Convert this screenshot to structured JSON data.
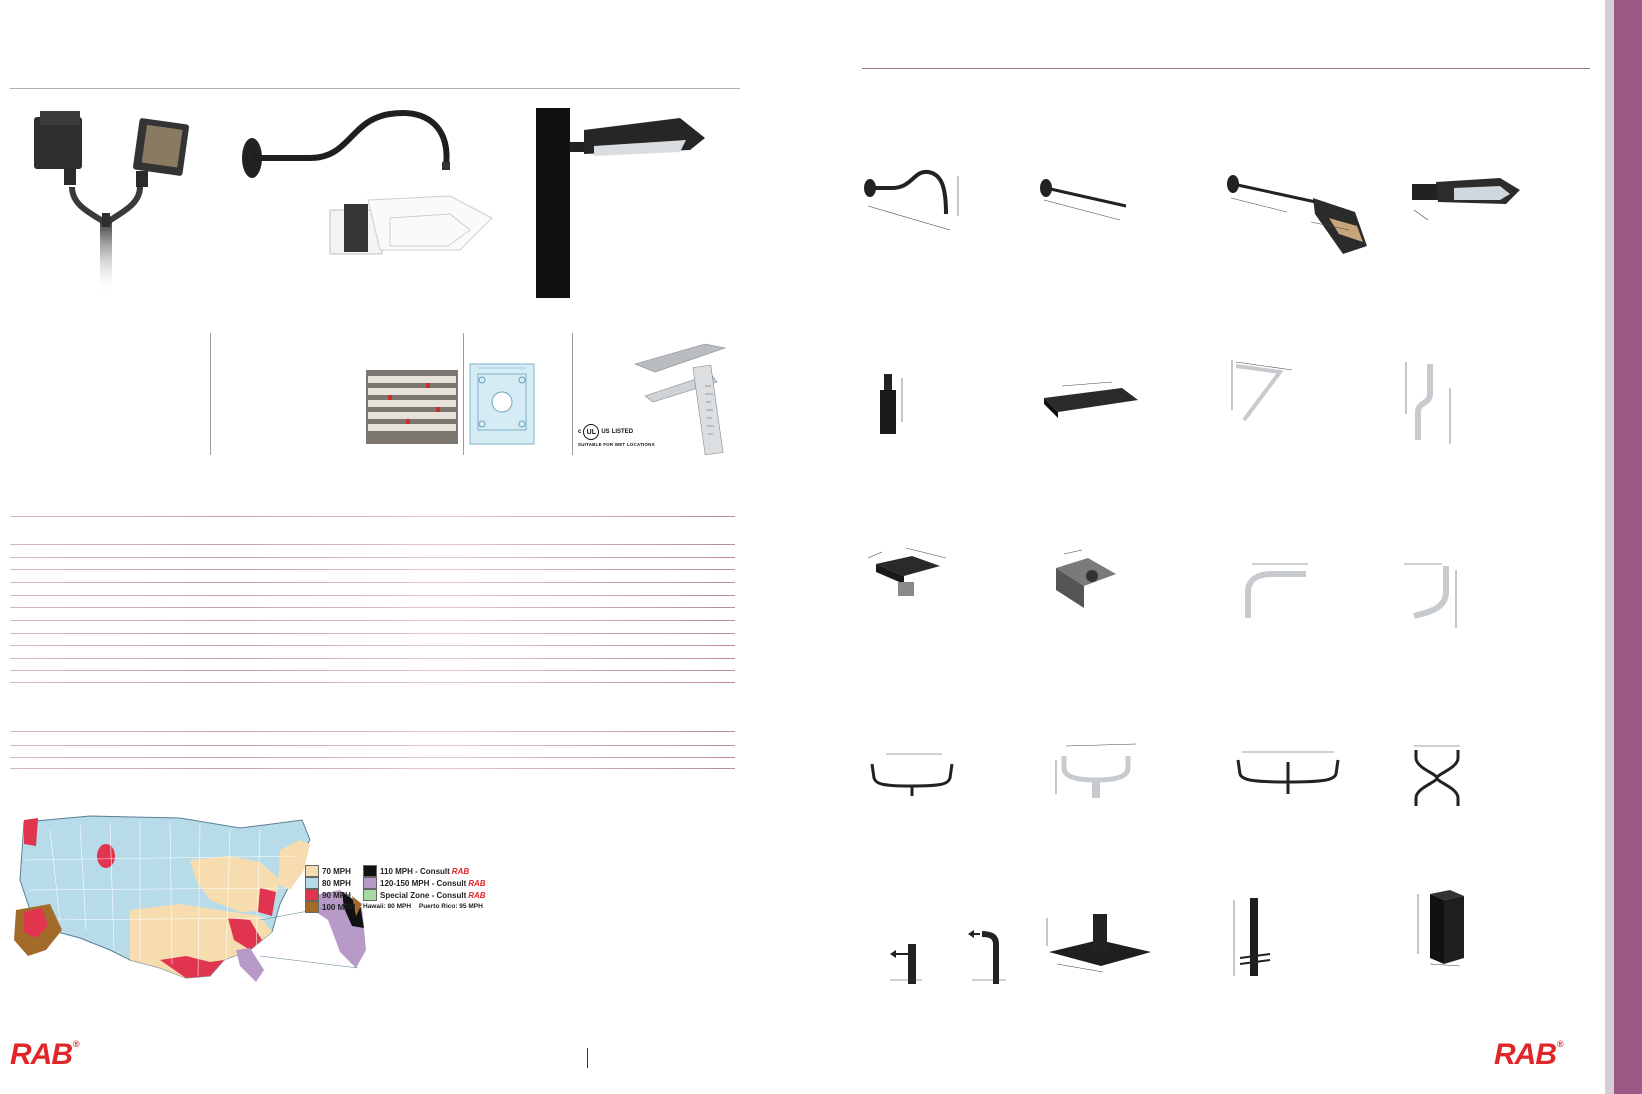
{
  "brand": {
    "logo_left": "RAB",
    "logo_right": "RAB",
    "registered": "®",
    "accent_color": "#e1262a",
    "strip_color": "#9a5a85"
  },
  "certification": {
    "mark_c": "c",
    "mark_ul": "UL",
    "mark_us": "US",
    "listed": "LISTED",
    "suitable": "SUITABLE FOR WET LOCATIONS"
  },
  "wind_map": {
    "legend": [
      {
        "label": "70 MPH",
        "color": "#f6dcae"
      },
      {
        "label": "80 MPH",
        "color": "#b8dbe9"
      },
      {
        "label": "90 MPH",
        "color": "#e0344f"
      },
      {
        "label": "100 MPH",
        "color": "#a36b2a"
      }
    ],
    "legend_consult": [
      {
        "label": "110 MPH - Consult",
        "brand": "RAB",
        "color": "#111111"
      },
      {
        "label": "120-150 MPH - Consult",
        "brand": "RAB",
        "color": "#b89ac8"
      },
      {
        "label": "Special Zone - Consult",
        "brand": "RAB",
        "color": "#a8d8a3"
      }
    ],
    "note_hawaii": "Hawaii: 80 MPH",
    "note_puerto_rico": "Puerto Rico: 95 MPH"
  },
  "icons": {
    "floodlight_pair": "twin-floodlight-icon",
    "gooseneck_arm": "gooseneck-arm-icon",
    "area_light_pole": "pole-area-light-icon"
  }
}
